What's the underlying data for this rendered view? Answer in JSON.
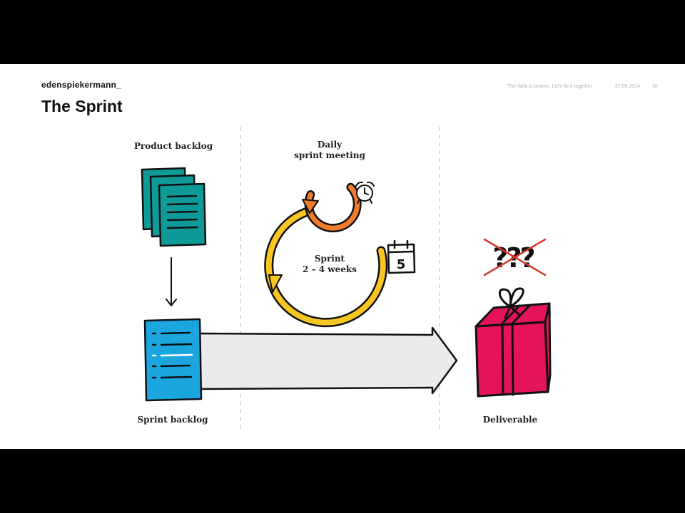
{
  "header": {
    "brand": "edenspiekermann_",
    "title": "The Sprint",
    "tagline": "The Web is broken. Let's fix it together.",
    "date": "27.09.2014",
    "page_number": "30"
  },
  "diagram": {
    "product_backlog_label": "Product backlog",
    "daily_meeting_line1": "Daily",
    "daily_meeting_line2": "sprint meeting",
    "sprint_line1": "Sprint",
    "sprint_line2": "2 – 4 weeks",
    "calendar_day": "5",
    "question_marks": "???",
    "sprint_backlog_label": "Sprint backlog",
    "deliverable_label": "Deliverable",
    "colors": {
      "teal": "#0e9a97",
      "blue": "#1ba6e0",
      "orange": "#f07b2b",
      "yellow": "#f7c623",
      "gift_red": "#e4135a",
      "cross_red": "#d9362b",
      "arrow_gray": "#ebebeb"
    }
  }
}
